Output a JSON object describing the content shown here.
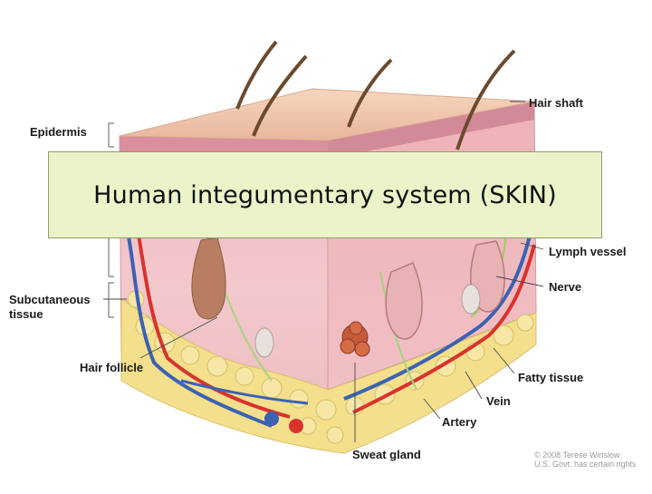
{
  "title": "Human integumentary system (SKIN)",
  "labels": {
    "epidermis": "Epidermis",
    "hair_shaft": "Hair shaft",
    "lymph_vessel": "Lymph vessel",
    "nerve": "Nerve",
    "subcutaneous_1": "Subcutaneous",
    "subcutaneous_2": "tissue",
    "hair_follicle": "Hair follicle",
    "fatty_tissue": "Fatty tissue",
    "vein": "Vein",
    "artery": "Artery",
    "sweat_gland": "Sweat gland"
  },
  "copyright": {
    "line1": "© 2008 Terese Winslow",
    "line2": "U.S. Govt. has certain rights"
  },
  "colors": {
    "epidermis_top": "#f3c9b0",
    "dermis": "#f1c6c6",
    "fat": "#f3df8c",
    "artery": "#d8322f",
    "vein": "#3b62b3",
    "title_box": "#eaf4c8"
  }
}
